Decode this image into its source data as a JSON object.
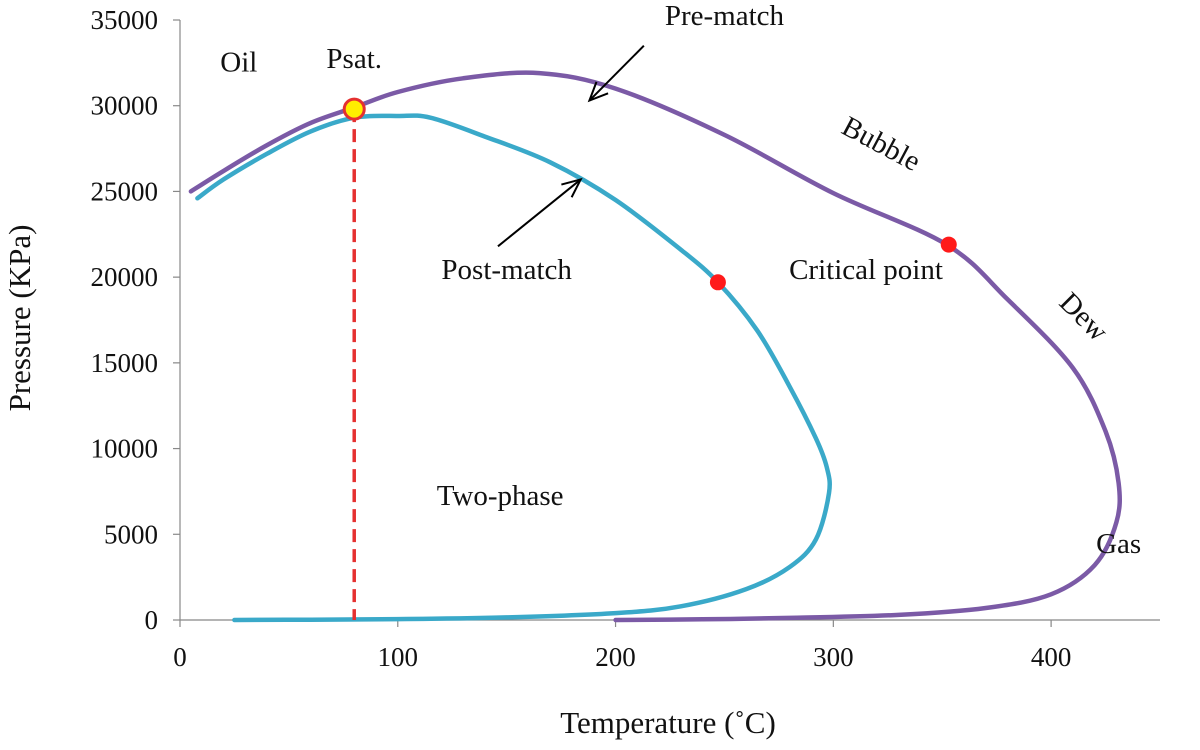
{
  "chart_data": {
    "type": "line",
    "xlabel": "Temperature (˚C)",
    "ylabel": "Pressure (KPa)",
    "xlim": [
      0,
      450
    ],
    "ylim": [
      0,
      35000
    ],
    "xticks": [
      0,
      100,
      200,
      300,
      400
    ],
    "yticks": [
      0,
      5000,
      10000,
      15000,
      20000,
      25000,
      30000,
      35000
    ],
    "grid": false,
    "series": [
      {
        "color": "#7b5aa6",
        "x": [
          5,
          20,
          40,
          60,
          80,
          100,
          130,
          165,
          200,
          250,
          300,
          352,
          380,
          410,
          425,
          431,
          430,
          420,
          400,
          370,
          330,
          280,
          240,
          200
        ],
        "y": [
          25000,
          26200,
          27700,
          29000,
          29900,
          30800,
          31600,
          31900,
          31000,
          28300,
          24900,
          21900,
          18700,
          14700,
          11000,
          8000,
          5700,
          3200,
          1500,
          700,
          300,
          120,
          40,
          0
        ]
      },
      {
        "color": "#3aa9c9",
        "x": [
          8,
          20,
          40,
          60,
          80,
          100,
          115,
          140,
          170,
          200,
          230,
          247,
          265,
          280,
          292,
          297,
          298,
          292,
          280,
          260,
          230,
          200,
          150,
          100,
          60,
          25
        ],
        "y": [
          24600,
          25700,
          27200,
          28500,
          29300,
          29400,
          29300,
          28200,
          26700,
          24500,
          21600,
          19700,
          16900,
          13600,
          10600,
          8900,
          7400,
          4700,
          3100,
          1800,
          800,
          400,
          150,
          50,
          20,
          0
        ]
      }
    ],
    "markers": [
      {
        "label": "Psat.",
        "x": 80,
        "y": 29800,
        "color": "#ffee00",
        "edge": "#e53030"
      },
      {
        "label": "Critical point",
        "x": 247,
        "y": 19700,
        "color": "#ff1a1a"
      },
      {
        "x": 353,
        "y": 21900,
        "color": "#ff1a1a"
      }
    ],
    "vline": {
      "x": 80,
      "y_top": 29800,
      "color": "#e53030",
      "style": "dashed"
    },
    "annotations": [
      {
        "text": "Oil",
        "x": 27,
        "y": 32000
      },
      {
        "text": "Psat.",
        "x": 80,
        "y": 32200
      },
      {
        "text": "Pre-match",
        "x": 250,
        "y": 34700
      },
      {
        "text": "Bubble",
        "x": 320,
        "y": 27300,
        "rotation": 28
      },
      {
        "text": "Post-match",
        "x": 150,
        "y": 19900
      },
      {
        "text": "Critical point",
        "x": 315,
        "y": 19900
      },
      {
        "text": "Dew",
        "x": 412,
        "y": 17300,
        "rotation": 45
      },
      {
        "text": "Two-phase",
        "x": 147,
        "y": 6700
      },
      {
        "text": "Gas",
        "x": 431,
        "y": 3900
      }
    ],
    "arrows": [
      {
        "from": [
          213,
          33500
        ],
        "to": [
          188,
          30300
        ]
      },
      {
        "from": [
          146,
          21800
        ],
        "to": [
          184,
          25700
        ]
      }
    ]
  }
}
